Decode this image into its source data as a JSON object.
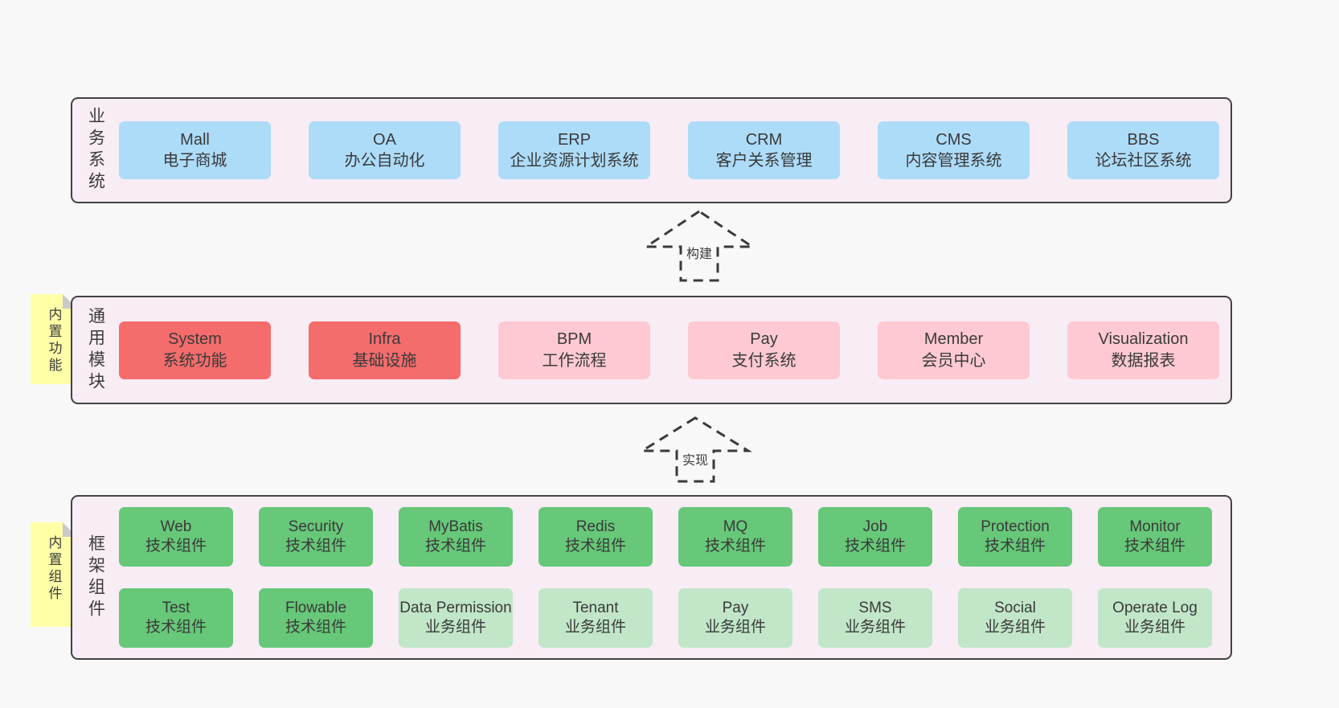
{
  "palette": {
    "page_bg": "#f8f8f8",
    "panel_bg": "#f8ecf5",
    "panel_border": "#424242",
    "blue": "#addcf9",
    "red": "#f56c6c",
    "pink": "#fec9d2",
    "green": "#66c878",
    "green_light": "#c1e6c8",
    "sticky_yellow": "#ffffa8",
    "sticky_fold": "#c9c9c9",
    "text": "#3d3d3d"
  },
  "arrows": {
    "build": {
      "label": "构建"
    },
    "implement": {
      "label": "实现"
    }
  },
  "business_layer": {
    "label": "业务系统",
    "boxes": [
      {
        "title": "Mall",
        "subtitle": "电子商城"
      },
      {
        "title": "OA",
        "subtitle": "办公自动化"
      },
      {
        "title": "ERP",
        "subtitle": "企业资源计划系统"
      },
      {
        "title": "CRM",
        "subtitle": "客户关系管理"
      },
      {
        "title": "CMS",
        "subtitle": "内容管理系统"
      },
      {
        "title": "BBS",
        "subtitle": "论坛社区系统"
      }
    ]
  },
  "module_layer": {
    "label": "通用模块",
    "sticky": "内置功能",
    "boxes": [
      {
        "title": "System",
        "subtitle": "系统功能",
        "variant": "red"
      },
      {
        "title": "Infra",
        "subtitle": "基础设施",
        "variant": "red"
      },
      {
        "title": "BPM",
        "subtitle": "工作流程",
        "variant": "pink"
      },
      {
        "title": "Pay",
        "subtitle": "支付系统",
        "variant": "pink"
      },
      {
        "title": "Member",
        "subtitle": "会员中心",
        "variant": "pink"
      },
      {
        "title": "Visualization",
        "subtitle": "数据报表",
        "variant": "pink"
      }
    ]
  },
  "component_layer": {
    "label": "框架组件",
    "sticky": "内置组件",
    "row1": [
      {
        "title": "Web",
        "subtitle": "技术组件",
        "variant": "green"
      },
      {
        "title": "Security",
        "subtitle": "技术组件",
        "variant": "green"
      },
      {
        "title": "MyBatis",
        "subtitle": "技术组件",
        "variant": "green"
      },
      {
        "title": "Redis",
        "subtitle": "技术组件",
        "variant": "green"
      },
      {
        "title": "MQ",
        "subtitle": "技术组件",
        "variant": "green"
      },
      {
        "title": "Job",
        "subtitle": "技术组件",
        "variant": "green"
      },
      {
        "title": "Protection",
        "subtitle": "技术组件",
        "variant": "green"
      },
      {
        "title": "Monitor",
        "subtitle": "技术组件",
        "variant": "green"
      }
    ],
    "row2": [
      {
        "title": "Test",
        "subtitle": "技术组件",
        "variant": "green"
      },
      {
        "title": "Flowable",
        "subtitle": "技术组件",
        "variant": "green"
      },
      {
        "title": "Data Permission",
        "subtitle": "业务组件",
        "variant": "green-light"
      },
      {
        "title": "Tenant",
        "subtitle": "业务组件",
        "variant": "green-light"
      },
      {
        "title": "Pay",
        "subtitle": "业务组件",
        "variant": "green-light"
      },
      {
        "title": "SMS",
        "subtitle": "业务组件",
        "variant": "green-light"
      },
      {
        "title": "Social",
        "subtitle": "业务组件",
        "variant": "green-light"
      },
      {
        "title": "Operate Log",
        "subtitle": "业务组件",
        "variant": "green-light"
      }
    ]
  }
}
